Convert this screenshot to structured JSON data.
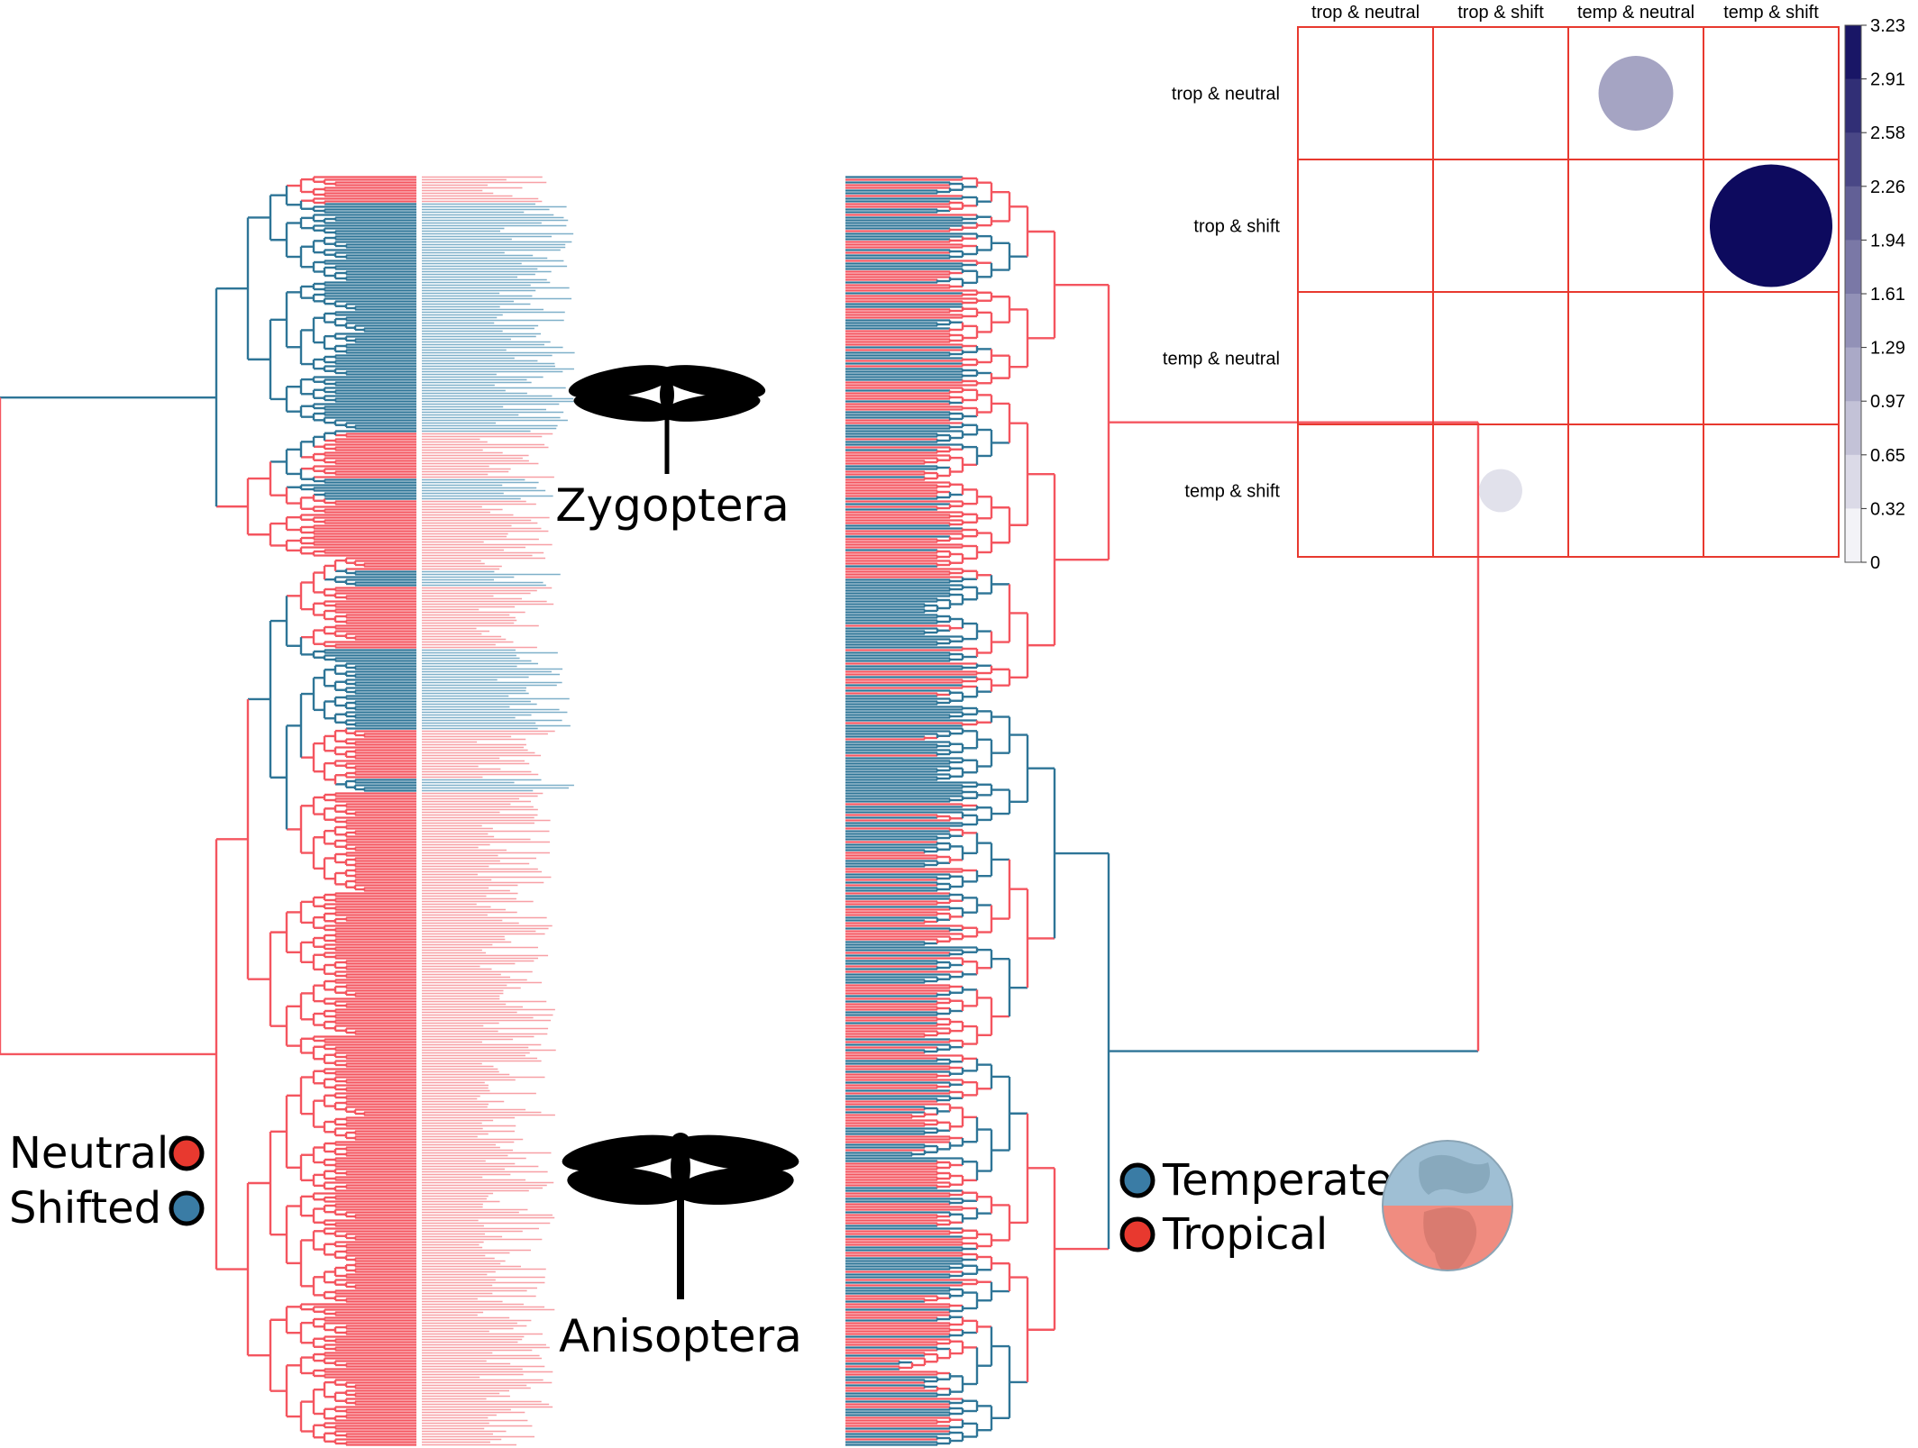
{
  "figure": {
    "zygoptera_label": "Zygoptera",
    "anisoptera_label": "Anisoptera",
    "legend_left": [
      {
        "label": "Neutral",
        "color": "#e8392f"
      },
      {
        "label": "Shifted",
        "color": "#3a7ca5"
      }
    ],
    "legend_right": [
      {
        "label": "Temperate",
        "color": "#3a7ca5"
      },
      {
        "label": "Tropical",
        "color": "#e8392f"
      }
    ],
    "tree_colors": {
      "neutral": "#f4555f",
      "shifted": "#2e7597",
      "bar_neutral": "#f7a0a6",
      "bar_shifted": "#7fb0c9"
    },
    "icons": [
      "damselfly-silhouette-icon",
      "dragonfly-silhouette-icon",
      "globe-icon"
    ]
  },
  "chart_data": {
    "type": "heatmap",
    "title": "",
    "rows": [
      "trop & neutral",
      "trop & shift",
      "temp & neutral",
      "temp & shift"
    ],
    "columns": [
      "trop & neutral",
      "trop & shift",
      "temp & neutral",
      "temp & shift"
    ],
    "values": [
      [
        0,
        0,
        1.2,
        0
      ],
      [
        0,
        0,
        0,
        3.23
      ],
      [
        0,
        0,
        0,
        0
      ],
      [
        0,
        0.4,
        0,
        0
      ]
    ],
    "colorbar": {
      "min": 0,
      "max": 3.23,
      "ticks": [
        "3.23",
        "2.91",
        "2.58",
        "2.26",
        "1.94",
        "1.61",
        "1.29",
        "0.97",
        "0.65",
        "0.32",
        "0"
      ],
      "color_low": "#ffffff",
      "color_high": "#0d0a5e"
    },
    "grid_color": "#e8392f"
  }
}
